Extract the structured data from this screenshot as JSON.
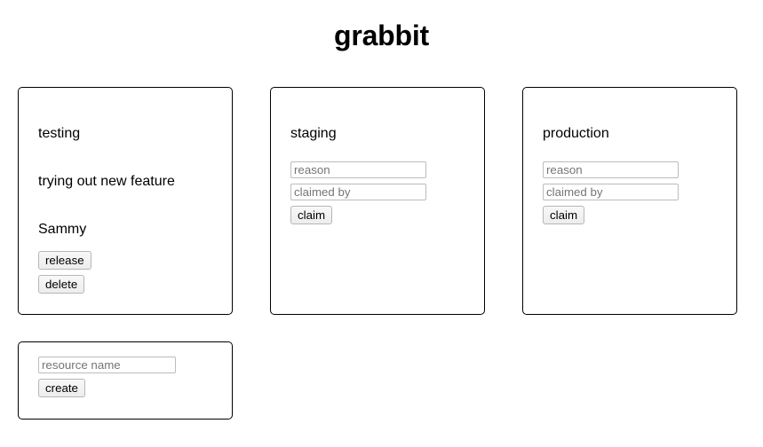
{
  "app": {
    "title": "grabbit"
  },
  "resources": [
    {
      "name": "testing",
      "state": "claimed",
      "reason_text": "trying out new feature",
      "claimed_by_text": "Sammy",
      "buttons": {
        "release_label": "release",
        "delete_label": "delete"
      }
    },
    {
      "name": "staging",
      "state": "free",
      "form": {
        "reason_placeholder": "reason",
        "reason_value": "",
        "claimed_by_placeholder": "claimed by",
        "claimed_by_value": "",
        "claim_label": "claim"
      }
    },
    {
      "name": "production",
      "state": "free",
      "form": {
        "reason_placeholder": "reason",
        "reason_value": "",
        "claimed_by_placeholder": "claimed by",
        "claimed_by_value": "",
        "claim_label": "claim"
      }
    }
  ],
  "create_card": {
    "resource_name_placeholder": "resource name",
    "resource_name_value": "",
    "create_label": "create"
  },
  "colors": {
    "background": "#ffffff",
    "text": "#000000",
    "card_border": "#000000",
    "input_border": "#bcbcbc",
    "placeholder": "#757575",
    "button_face": "#ededed",
    "button_border": "#b6b6b6"
  }
}
